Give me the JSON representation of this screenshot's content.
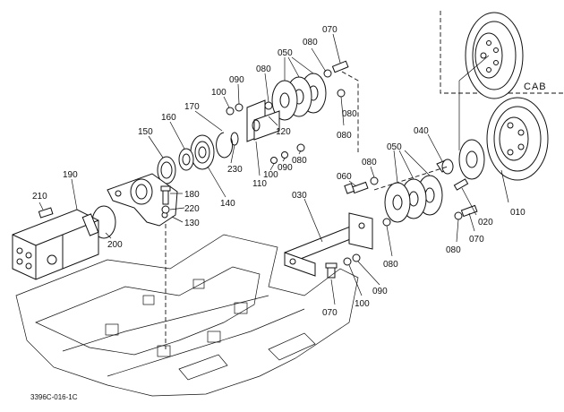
{
  "cab_label": "CAB",
  "drawing_code": "3396C-016-1C",
  "parts": [
    {
      "id": "p010",
      "label": "010"
    },
    {
      "id": "p020",
      "label": "020"
    },
    {
      "id": "p030",
      "label": "030"
    },
    {
      "id": "p040",
      "label": "040"
    },
    {
      "id": "p050a",
      "label": "050"
    },
    {
      "id": "p050b",
      "label": "050"
    },
    {
      "id": "p060",
      "label": "060"
    },
    {
      "id": "p070a",
      "label": "070"
    },
    {
      "id": "p070b",
      "label": "070"
    },
    {
      "id": "p070c",
      "label": "070"
    },
    {
      "id": "p080a",
      "label": "080"
    },
    {
      "id": "p080b",
      "label": "080"
    },
    {
      "id": "p080c",
      "label": "080"
    },
    {
      "id": "p080d",
      "label": "080"
    },
    {
      "id": "p080e",
      "label": "080"
    },
    {
      "id": "p080f",
      "label": "080"
    },
    {
      "id": "p080g",
      "label": "080"
    },
    {
      "id": "p080h",
      "label": "080"
    },
    {
      "id": "p090a",
      "label": "090"
    },
    {
      "id": "p090b",
      "label": "090"
    },
    {
      "id": "p090c",
      "label": "090"
    },
    {
      "id": "p100a",
      "label": "100"
    },
    {
      "id": "p100b",
      "label": "100"
    },
    {
      "id": "p100c",
      "label": "100"
    },
    {
      "id": "p110",
      "label": "110"
    },
    {
      "id": "p120",
      "label": "120"
    },
    {
      "id": "p130",
      "label": "130"
    },
    {
      "id": "p140",
      "label": "140"
    },
    {
      "id": "p150",
      "label": "150"
    },
    {
      "id": "p160",
      "label": "160"
    },
    {
      "id": "p170",
      "label": "170"
    },
    {
      "id": "p180",
      "label": "180"
    },
    {
      "id": "p190",
      "label": "190"
    },
    {
      "id": "p200",
      "label": "200"
    },
    {
      "id": "p210",
      "label": "210"
    },
    {
      "id": "p220",
      "label": "220"
    },
    {
      "id": "p230",
      "label": "230"
    }
  ]
}
